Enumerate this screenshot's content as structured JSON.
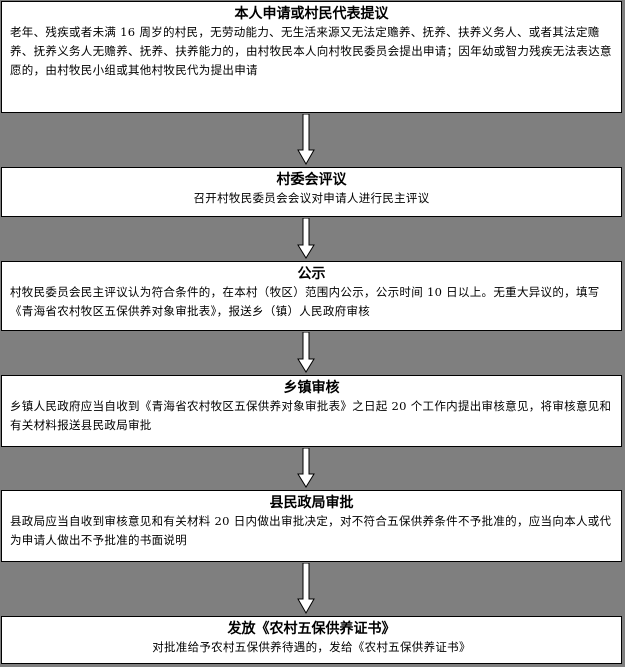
{
  "steps": [
    {
      "title": "本人申请或村民代表提议",
      "body": "老年、残疾或者未满 16 周岁的村民，无劳动能力、无生活来源又无法定赡养、抚养、扶养义务人、或者其法定赡养、抚养义务人无赡养、抚养、扶养能力的，由村牧民本人向村牧民委员会提出申请；因年幼或智力残疾无法表达意愿的，由村牧民小组或其他村牧民代为提出申请"
    },
    {
      "title": "村委会评议",
      "body": "召开村牧民委员会会议对申请人进行民主评议"
    },
    {
      "title": "公示",
      "body": "村牧民委员会民主评议认为符合条件的，在本村（牧区）范围内公示，公示时间 10 日以上。无重大异议的，填写《青海省农村牧区五保供养对象审批表》，报送乡（镇）人民政府审核"
    },
    {
      "title": "乡镇审核",
      "body": "乡镇人民政府应当自收到《青海省农村牧区五保供养对象审批表》之日起 20 个工作内提出审核意见，将审核意见和有关材料报送县民政局审批"
    },
    {
      "title": "县民政局审批",
      "body": "县政局应当自收到审核意见和有关材料 20 日内做出审批决定，对不符合五保供养条件不予批准的，应当向本人或代为申请人做出不予批准的书面说明"
    },
    {
      "title": "发放《农村五保供养证书》",
      "body": "对批准给予农村五保供养待遇的，发给《农村五保供养证书》"
    }
  ]
}
